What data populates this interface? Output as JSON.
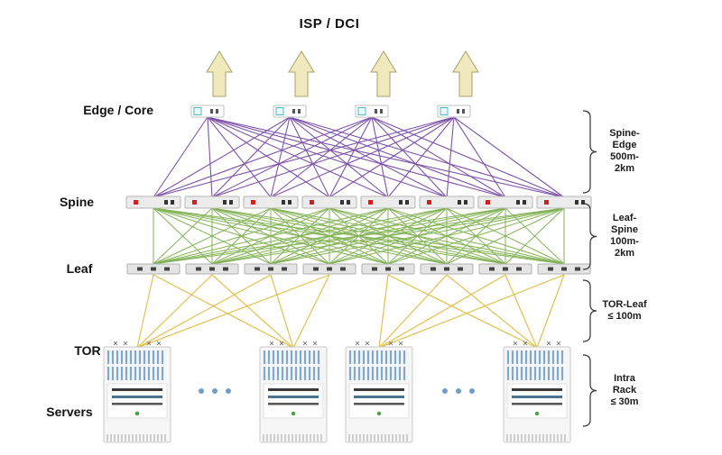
{
  "title": "ISP / DCI",
  "layer_labels": {
    "edge_core": "Edge / Core",
    "spine": "Spine",
    "leaf": "Leaf",
    "tor": "TOR",
    "servers": "Servers"
  },
  "annotations": {
    "spine_edge": "Spine-\nEdge\n500m-\n2km",
    "leaf_spine": "Leaf-\nSpine\n100m-\n2km",
    "tor_leaf": "TOR-Leaf\n≤ 100m",
    "intra_rack": "Intra\nRack\n≤ 30m"
  },
  "topology": {
    "edge_count": 4,
    "spine_count": 8,
    "leaf_count": 8,
    "rack_count": 4,
    "pods": [
      {
        "leaves": [
          0,
          1,
          2,
          3
        ],
        "racks": [
          0,
          1
        ]
      },
      {
        "leaves": [
          4,
          5,
          6,
          7
        ],
        "racks": [
          2,
          3
        ]
      }
    ],
    "ellipsis_dot_groups": 2,
    "dots_per_group": 3
  },
  "colors": {
    "edge_spine_link": "#7040a0",
    "spine_leaf_link": "#76ab44",
    "leaf_tor_link": "#e3bc42",
    "arrow_fill": "#efe9bd",
    "arrow_stroke": "#a9a26b",
    "rack_stripe": "#7fa9cf",
    "ellipsis_dots": "#6f9fc8",
    "bracket": "#333333",
    "device_red_led": "#cc2222",
    "rack_green_led": "#44a344"
  }
}
